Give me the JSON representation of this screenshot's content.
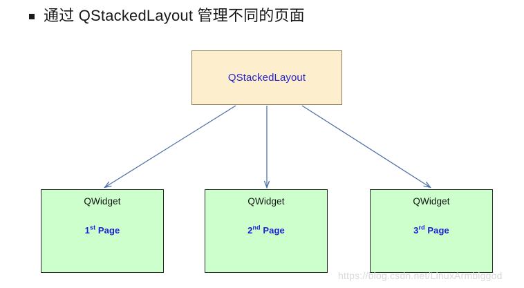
{
  "slide": {
    "bullet_glyph": "square-bullet",
    "title": "通过 QStackedLayout 管理不同的页面",
    "background_color": "#ffffff"
  },
  "diagram": {
    "type": "tree",
    "root": {
      "label": "QStackedLayout",
      "fill_color": "#FDEFCE",
      "border_color": "#8a7b57",
      "text_color": "#2323CE"
    },
    "connector": {
      "color": "#4A6FA5",
      "style": "arrow",
      "count": 3
    },
    "children": [
      {
        "title": "QWidget",
        "caption_number": "1",
        "caption_ordinal": "st",
        "caption_suffix": " Page",
        "fill_color": "#CCFFCC",
        "border_color": "#262626",
        "title_color": "#111111",
        "caption_color": "#1D1DD6"
      },
      {
        "title": "QWidget",
        "caption_number": "2",
        "caption_ordinal": "nd",
        "caption_suffix": " Page",
        "fill_color": "#CCFFCC",
        "border_color": "#262626",
        "title_color": "#111111",
        "caption_color": "#1D1DD6"
      },
      {
        "title": "QWidget",
        "caption_number": "3",
        "caption_ordinal": "rd",
        "caption_suffix": " Page",
        "fill_color": "#CCFFCC",
        "border_color": "#262626",
        "title_color": "#111111",
        "caption_color": "#1D1DD6"
      }
    ]
  },
  "watermark": {
    "text": "https://blog.csdn.net/LinuxArmbiggod",
    "color": "#d9d9d9"
  }
}
